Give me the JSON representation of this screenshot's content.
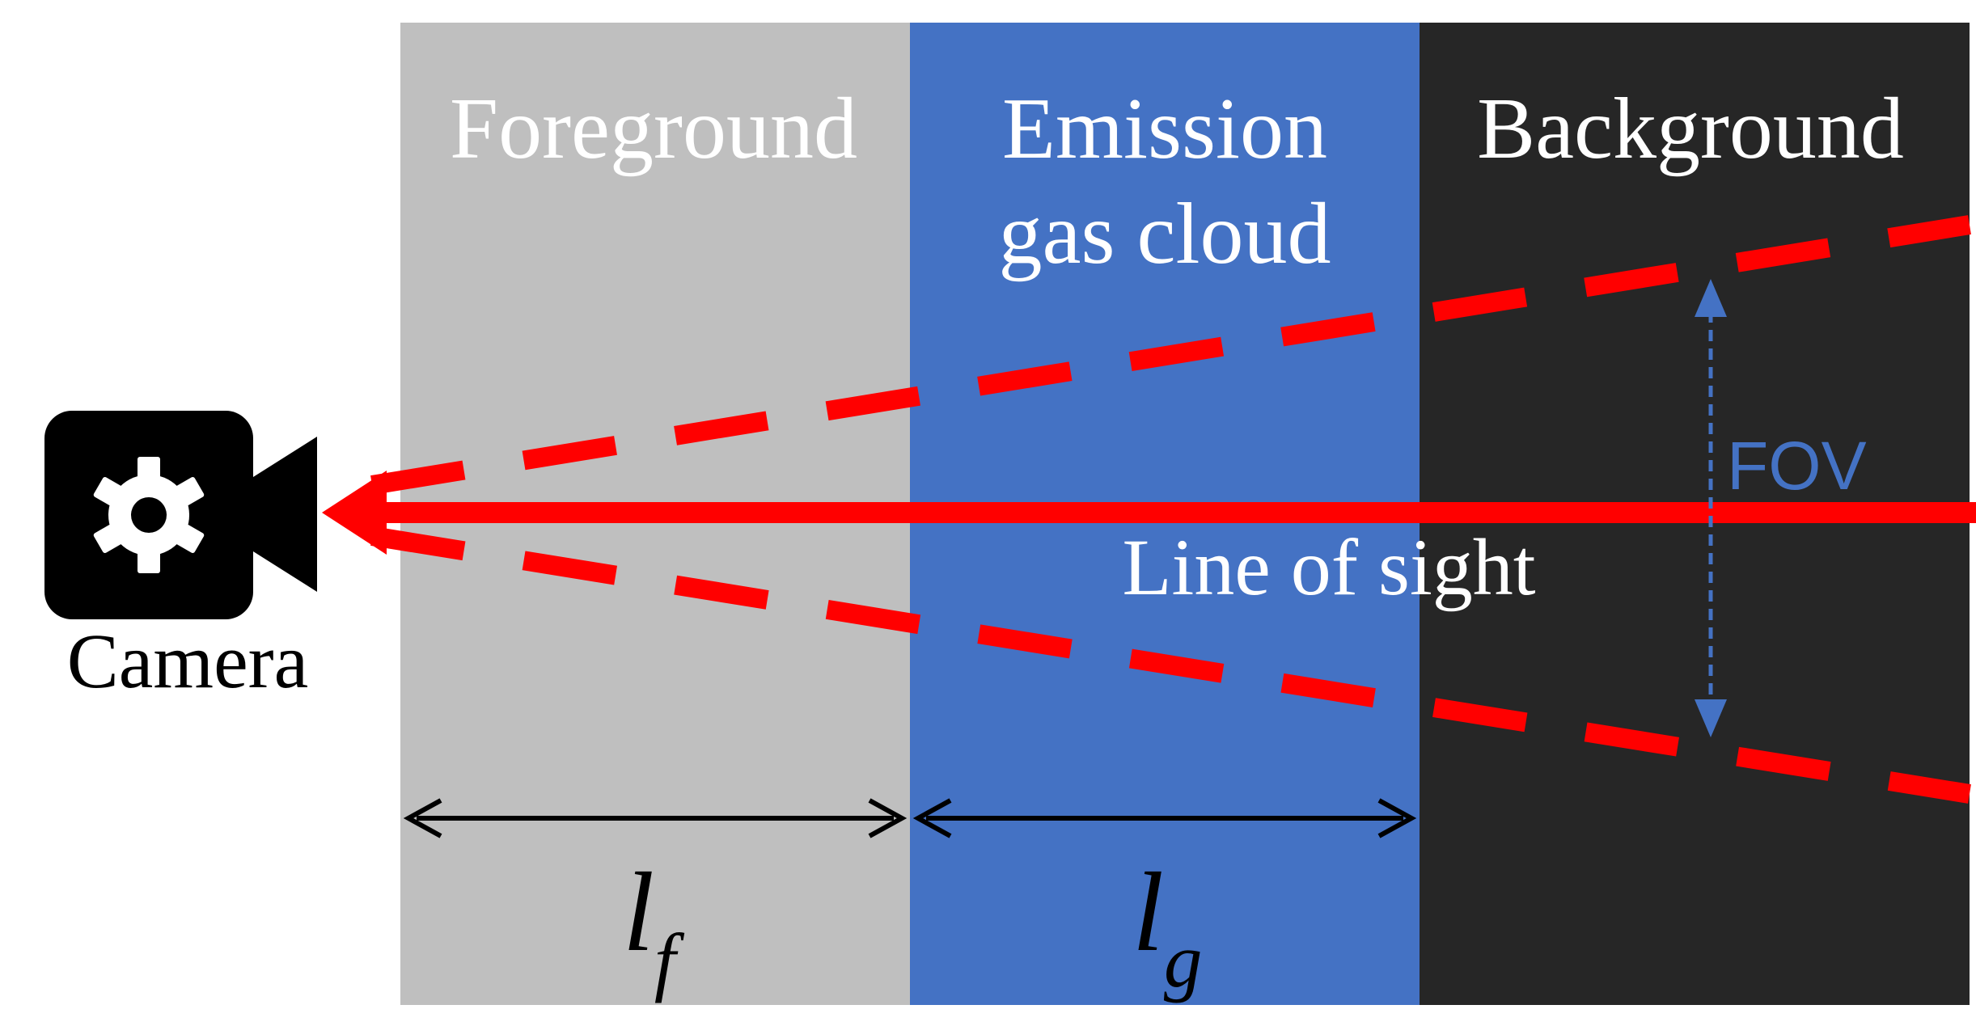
{
  "regions": {
    "foreground": {
      "label": "Foreground",
      "color": "#bfbfbf"
    },
    "emission": {
      "label_line1": "Emission",
      "label_line2": "gas cloud",
      "color": "#4472c4"
    },
    "background": {
      "label": "Background",
      "color": "#262626"
    }
  },
  "camera": {
    "label": "Camera",
    "icon": "camera-gear-icon"
  },
  "line_of_sight": {
    "label": "Line of sight",
    "color": "#ff0000"
  },
  "fov": {
    "label": "FOV",
    "color": "#4472c4"
  },
  "lengths": {
    "foreground": {
      "symbol": "l",
      "subscript": "f"
    },
    "emission": {
      "symbol": "l",
      "subscript": "g"
    }
  },
  "colors": {
    "label_text_light": "#ffffff",
    "label_text_dark": "#000000"
  }
}
